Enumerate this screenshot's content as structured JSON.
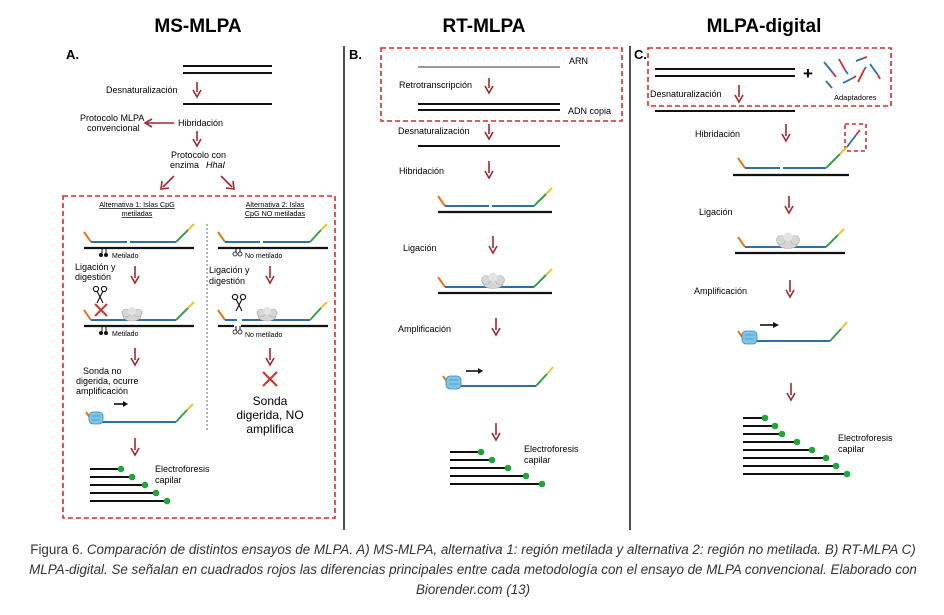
{
  "colors": {
    "accent_red": "#a0282e",
    "dash_red": "#d62b2b",
    "probe_blue": "#2f6ea6",
    "probe_green": "#3aa04a",
    "probe_yellow": "#e8c530",
    "probe_orange": "#e07a1a",
    "dna_black": "#111111",
    "rna_grey": "#9a9a9a",
    "dot_green": "#1fa53a",
    "polymerase_blue": "#7fc4e6",
    "ligase_grey": "#d6d6d6"
  },
  "panels": {
    "ms": {
      "title": "MS-MLPA",
      "letter": "A.",
      "desnat": "Desnaturalización",
      "protocolo_conv": [
        "Protocolo MLPA",
        "convencional"
      ],
      "hibridacion": "Hibridación",
      "protocolo_enzima": [
        "Protocolo con",
        "enzima"
      ],
      "enzima_name": "HhaI",
      "alt1_title": [
        "Alternativa 1: Islas CpG",
        "metiladas"
      ],
      "alt2_title": [
        "Alternativa 2: Islas",
        "CpG  NO metiladas"
      ],
      "metilado": "Metilado",
      "no_metilado": "No metilado",
      "ligacion_digestion": [
        "Ligación y",
        "digestión"
      ],
      "sonda_no_digerida": [
        "Sonda no",
        "digerida, ocurre",
        "amplificación"
      ],
      "sonda_digerida": [
        "Sonda",
        "digerida, NO",
        "amplifica"
      ],
      "electroforesis": [
        "Electroforesis",
        "capilar"
      ]
    },
    "rt": {
      "title": "RT-MLPA",
      "letter": "B.",
      "arn": "ARN",
      "retrotranscripcion": "Retrotranscripción",
      "adn_copia": "ADN copia",
      "desnat": "Desnaturalización",
      "hibridacion": "Hibridación",
      "ligacion": "Ligación",
      "amplificacion": "Amplificación",
      "electroforesis": [
        "Electroforesis",
        "capilar"
      ]
    },
    "dig": {
      "title": "MLPA-digital",
      "letter": "C.",
      "plus": "+",
      "adaptadores": "Adaptadores",
      "desnat": "Desnaturalización",
      "hibridacion": "Hibridación",
      "ligacion": "Ligación",
      "amplificacion": "Amplificación",
      "electroforesis": [
        "Electroforesis",
        "capilar"
      ]
    }
  },
  "caption": {
    "label": "Figura 6. ",
    "text": "Comparación de distintos ensayos de MLPA. A) MS-MLPA, alternativa 1: región metilada y alternativa 2: región no metilada. B) RT-MLPA C) MLPA-digital. Se señalan en cuadrados rojos las diferencias principales entre cada metodología con el ensayo de MLPA convencional. Elaborado con Biorender.com (13)"
  }
}
